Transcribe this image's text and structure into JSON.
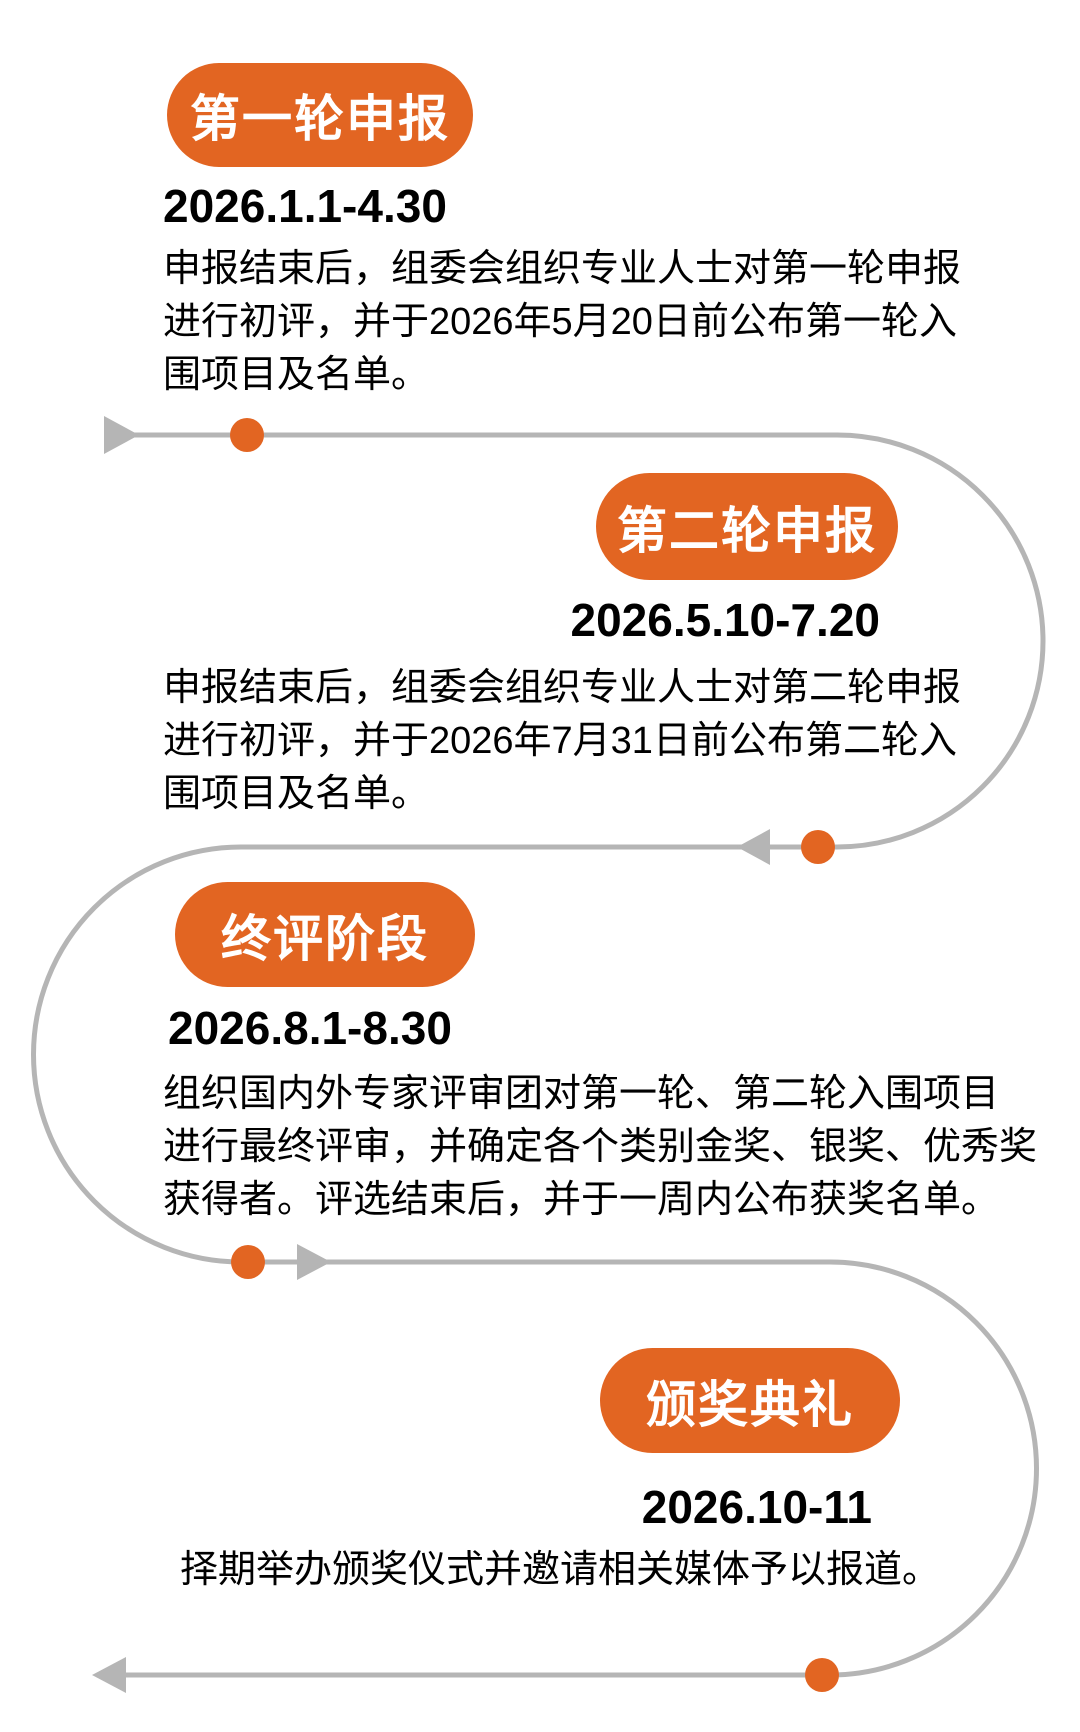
{
  "colors": {
    "accent": "#E26522",
    "path": "#B5B5B5",
    "text": "#000000",
    "pill_text": "#FFFFFF",
    "background": "#FFFFFF"
  },
  "stages": [
    {
      "label": "第一轮申报",
      "date": "2026.1.1-4.30",
      "description_lines": [
        "申报结束后，组委会组织专业人士对第一轮申报",
        "进行初评，并于2026年5月20日前公布第一轮入",
        "围项目及名单。"
      ]
    },
    {
      "label": "第二轮申报",
      "date": "2026.5.10-7.20",
      "description_lines": [
        "申报结束后，组委会组织专业人士对第二轮申报",
        "进行初评，并于2026年7月31日前公布第二轮入",
        "围项目及名单。"
      ]
    },
    {
      "label": "终评阶段",
      "date": "2026.8.1-8.30",
      "description_lines": [
        "组织国内外专家评审团对第一轮、第二轮入围项目",
        "进行最终评审，并确定各个类别金奖、银奖、优秀奖",
        "获得者。评选结束后，并于一周内公布获奖名单。"
      ]
    },
    {
      "label": "颁奖典礼",
      "date": "2026.10-11",
      "description_lines": [
        "择期举办颁奖仪式并邀请相关媒体予以报道。"
      ]
    }
  ]
}
